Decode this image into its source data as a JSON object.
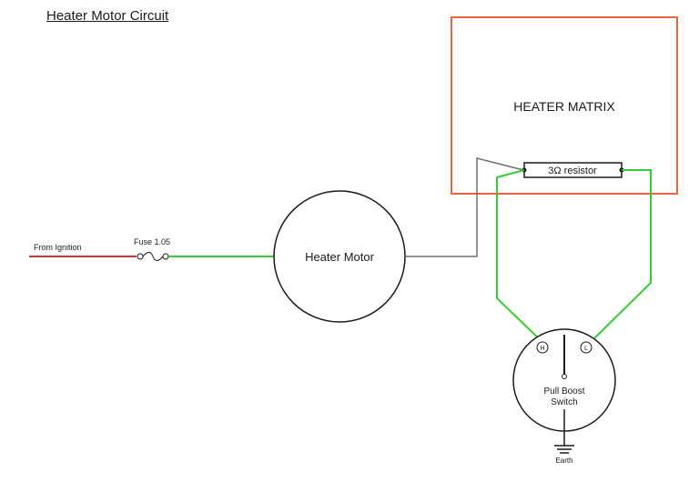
{
  "title": "Heater Motor Circuit",
  "labels": {
    "heater_matrix": "HEATER MATRIX",
    "resistor": "3Ω resistor",
    "heater_motor": "Heater Motor",
    "from_ignition": "From Ignition",
    "fuse": "Fuse 1.05",
    "switch_line1": "Pull Boost",
    "switch_line2": "Switch",
    "terminal_high": "H",
    "terminal_low": "L",
    "earth": "Earth"
  },
  "colors": {
    "ignition_wire": "#e03030",
    "switched_wire": "#33cc33",
    "motor_wire": "#707070",
    "matrix_border": "#e8643c",
    "outline": "#1a1a1a"
  }
}
